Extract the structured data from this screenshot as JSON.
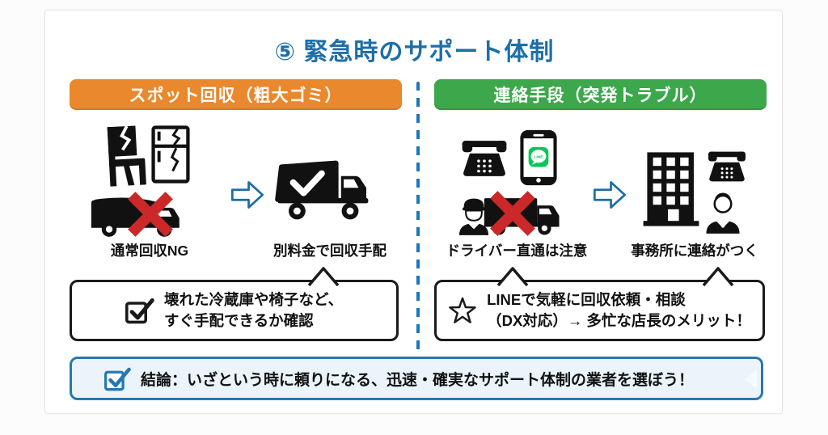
{
  "slide": {
    "title": "⑤ 緊急時のサポート体制",
    "left": {
      "header": "スポット回収（粗大ゴミ）",
      "caption_ng": "通常回収NG",
      "caption_arrange": "別料金で回収手配",
      "note_line1": "壊れた冷蔵庫や椅子など、",
      "note_line2": "すぐ手配できるか確認"
    },
    "right": {
      "header": "連絡手段（突発トラブル）",
      "caption_driver": "ドライバー直通は注意",
      "caption_office": "事務所に連絡がつく",
      "note_line1": "LINEで気軽に回収依頼・相談",
      "note_line2": "（DX対応）→ 多忙な店長のメリット！"
    },
    "conclusion": "結論：いざという時に頼りになる、迅速・確実なサポート体制の業者を選ぼう！",
    "line_app_label": "LINE",
    "colors": {
      "title_blue": "#1E6FA8",
      "orange_header": "#E9882C",
      "green_header": "#3CA84B",
      "arrow_blue": "#1B6EA8",
      "divider_blue": "#1878BE",
      "line_green": "#06C755",
      "x_red": "#CB2929",
      "conclusion_border": "#2878AF",
      "conclusion_fill": "#EAF4FA"
    }
  }
}
